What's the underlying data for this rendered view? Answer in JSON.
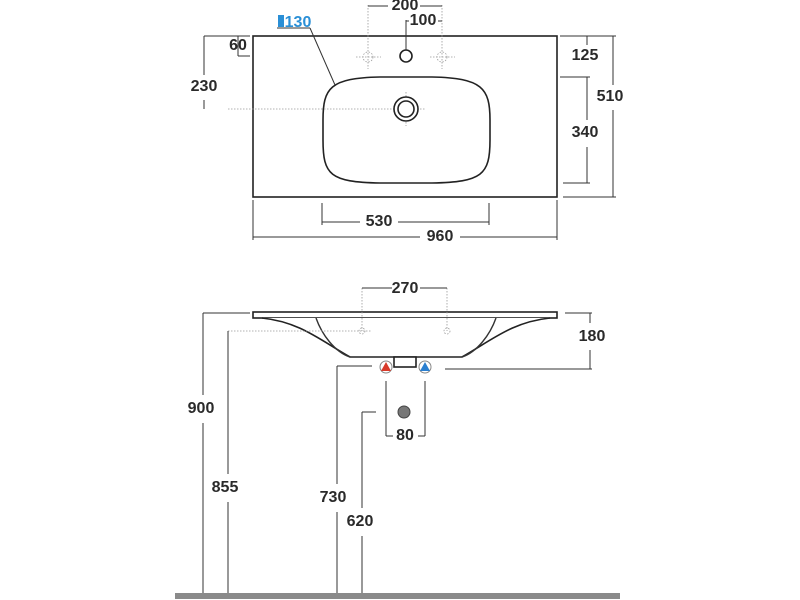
{
  "top_view": {
    "tap_spacing_outer": "200",
    "tap_spacing_center": "100",
    "basin_depth_callout": "130",
    "tap_offset_from_back": "60",
    "drain_offset_from_back": "230",
    "basin_offset_from_back": "125",
    "total_depth": "510",
    "basin_depth": "340",
    "basin_width": "530",
    "total_width": "960"
  },
  "front_view": {
    "fixing_spacing": "270",
    "basin_height": "180",
    "top_height": "900",
    "fixing_height": "855",
    "supply_height": "730",
    "waste_height": "620",
    "supply_spacing": "80"
  },
  "colors": {
    "callout": "#2a8fd6",
    "hot": "#d83a2a",
    "cold": "#2a7fd0",
    "floor": "#8a8a8a"
  }
}
